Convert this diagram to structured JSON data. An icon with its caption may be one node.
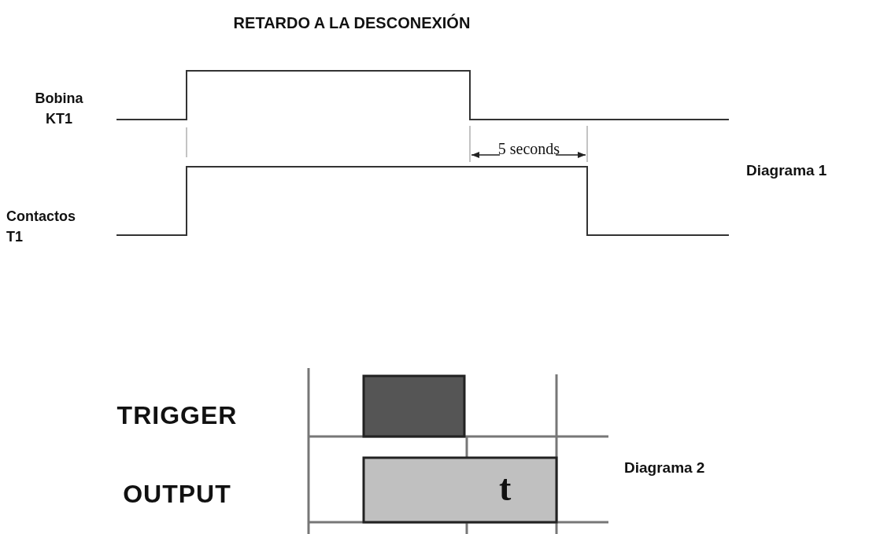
{
  "diagram": {
    "title": "RETARDO A LA DESCONEXIÓN",
    "labels": [
      "Bobina KT1",
      "5 seconds",
      "Diagrama 1",
      "Contactos T1",
      "TRIGGER",
      "OUTPUT",
      "t",
      "Diagrama 2"
    ]
  }
}
